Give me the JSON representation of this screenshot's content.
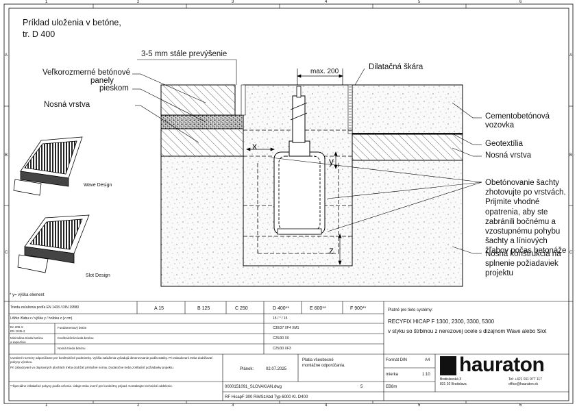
{
  "frame": {
    "col_labels": [
      "1",
      "2",
      "3",
      "4",
      "5",
      "6"
    ],
    "row_labels": [
      "A",
      "B",
      "C"
    ]
  },
  "title": {
    "line1": "Príklad uloženia v betóne,",
    "line2": "tr. D 400"
  },
  "annotations": {
    "elevation": "3-5 mm stále prevýšenie",
    "panels_line1": "Veľkorozmerné betónové",
    "panels_line2": "panely",
    "sand": "pieskom",
    "base_left": "Nosná vrstva",
    "max": "max. 200",
    "joint": "Dilatačná škára",
    "cement_line1": "Cementobetónová",
    "cement_line2": "vozovka",
    "geotextile": "Geotextília",
    "base_right": "Nosná vrstva",
    "enc_text": "Obetónovanie šachty zhotovujte po vrstvách. Prijmite vhodné opatrenia, aby ste zabránili bočnému a vzostupnému pohybu šachty a líniových žľabov počas betonáže",
    "enc_overlap": "Nosná konštrukcia na splnenie požiadaviek projektu",
    "dim_x": "x",
    "dim_y": "y",
    "dim_z": "z",
    "wave": "Wave Design",
    "slot": "Slot Design",
    "note": "* y= výška element"
  },
  "table": {
    "class_title": "Trieda zaťaženia podľa EN 1433 / DIN 19580",
    "classes": [
      "A 15",
      "B 125",
      "C 250",
      "D 400**",
      "E 600**",
      "F 900**"
    ],
    "row_xyz": "Lôžko žľabu x / výška y / hrúbka z (v cm)",
    "row_xyz_val": "15 / * / 15",
    "row_en_a": "En 206-1:",
    "row_en_b": "EN 1045-2",
    "row_fund_label": "Fundamentový betón",
    "row_fund_val": "C30/37 XF4 XM1",
    "row_ext_a": "Minimálna trieda betónu",
    "row_ext_b": "a expozície",
    "row_kon_label": "Konštrukčná trieda betónu",
    "row_kon_val": "C25/30 X0",
    "row_nos_label": "Nosná trieda betónu",
    "row_nos_val": "C25/30 XF3",
    "valid_label": "Platné pre tieto systémy:",
    "valid_sys": "RECYFIX HICAP F 1300, 2300, 3300, 5300",
    "valid_desc": "v styku so štrbinou z nerezovej ocele s dizajnom Wave alebo Slot",
    "fine1": "Uvedené rozmery odporúčame pre konštrukčné podmienky. Vyššia zaťaženia vyžadujú dimenzovanie podľa statiky. Pri zabudovaní treba dodržiavať pokyny výrobcu.",
    "fine2": "Pri zabudovaní vo dopravných plochách treba dodržať príslušné normy. Dodatočne treba zohľadniť požiadavky projektu.",
    "fine3": "**Špeciálne inštalačné pokyny podľa určenia. Údaje treba overiť pre konkrétny prípad. Kontaktujte technické oddelenie.",
    "plan_label": "Plánok:",
    "plan_date": "02.07.2025",
    "mont_line1": "Platia všeobecné",
    "mont_line2": "montážne odporúčania.",
    "format_label": "Formát DIN",
    "format_val": "A4",
    "scale_label": "mierka",
    "scale_val": "1:10",
    "sheet_code": "EB8m",
    "file_name": "0000151091_SLOVAKIAN.dwg",
    "file_rev": "5",
    "product": "RF HicapF 300 RiMSzAbd Typ 6000 Kl. D400",
    "addr1": "Bratislavská 3",
    "addr2": "831 02 Bratislava",
    "tel": "Tel: +421 911 977 117",
    "mail": "office@hauraton.sk",
    "logo": "hauraton"
  }
}
